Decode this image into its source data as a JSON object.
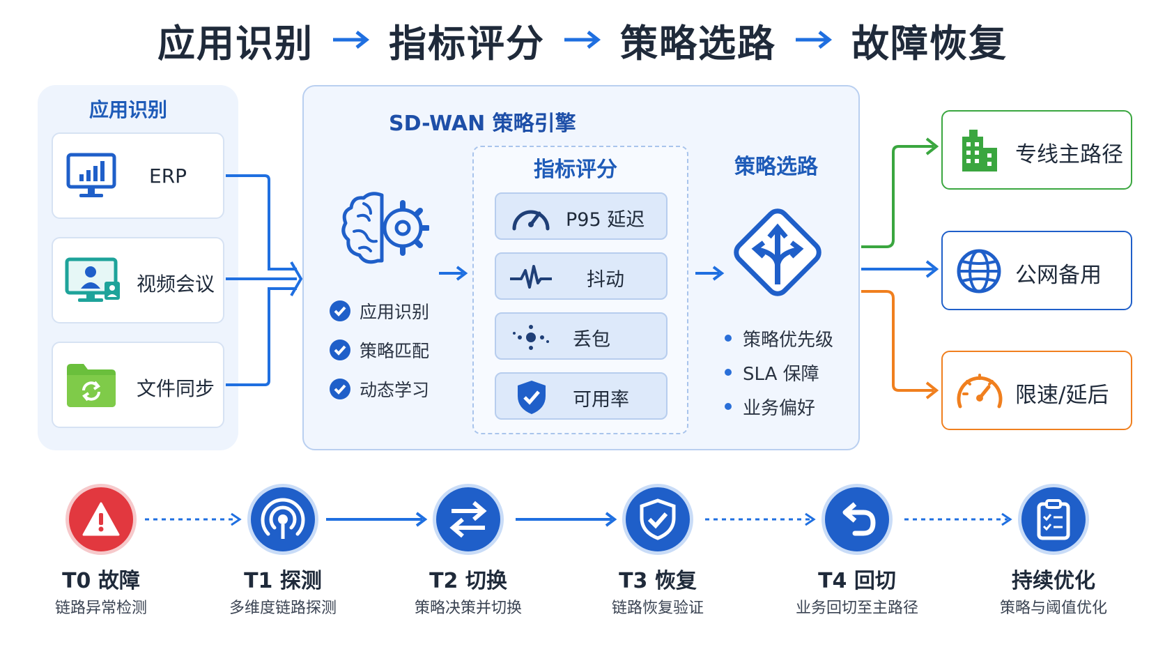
{
  "title": {
    "steps": [
      "应用识别",
      "指标评分",
      "策略选路",
      "故障恢复"
    ]
  },
  "app_panel": {
    "heading": "应用识别",
    "apps": [
      {
        "label": "ERP",
        "icon": "monitor-chart-icon"
      },
      {
        "label": "视频会议",
        "icon": "video-conference-icon"
      },
      {
        "label": "文件同步",
        "icon": "folder-sync-icon"
      }
    ]
  },
  "engine": {
    "title": "SD-WAN 策略引擎",
    "brain_icon": "brain-gear-icon",
    "checks": [
      "应用识别",
      "策略匹配",
      "动态学习"
    ],
    "metrics": {
      "heading": "指标评分",
      "items": [
        {
          "label": "P95 延迟",
          "icon": "gauge-icon"
        },
        {
          "label": "抖动",
          "icon": "pulse-icon"
        },
        {
          "label": "丢包",
          "icon": "packet-loss-icon"
        },
        {
          "label": "可用率",
          "icon": "shield-check-icon"
        }
      ]
    },
    "routing": {
      "heading": "策略选路",
      "icon": "route-split-icon",
      "bullets": [
        "策略优先级",
        "SLA 保障",
        "业务偏好"
      ]
    }
  },
  "paths": [
    {
      "label": "专线主路径",
      "icon": "building-icon",
      "color": "#3aa63f"
    },
    {
      "label": "公网备用",
      "icon": "globe-icon",
      "color": "#1f5fc9"
    },
    {
      "label": "限速/延后",
      "icon": "speedometer-icon",
      "color": "#f07f1e"
    }
  ],
  "timeline": [
    {
      "title": "T0 故障",
      "sub": "链路异常检测",
      "icon": "warning-icon",
      "color": "#e2383f"
    },
    {
      "title": "T1 探测",
      "sub": "多维度链路探测",
      "icon": "signal-probe-icon",
      "color": "#1f5fc9"
    },
    {
      "title": "T2 切换",
      "sub": "策略决策并切换",
      "icon": "swap-arrows-icon",
      "color": "#1f5fc9"
    },
    {
      "title": "T3 恢复",
      "sub": "链路恢复验证",
      "icon": "shield-check-icon",
      "color": "#1f5fc9"
    },
    {
      "title": "T4 回切",
      "sub": "业务回切至主路径",
      "icon": "undo-arrow-icon",
      "color": "#1f5fc9"
    },
    {
      "title": "持续优化",
      "sub": "策略与阈值优化",
      "icon": "clipboard-checklist-icon",
      "color": "#1f5fc9"
    }
  ]
}
